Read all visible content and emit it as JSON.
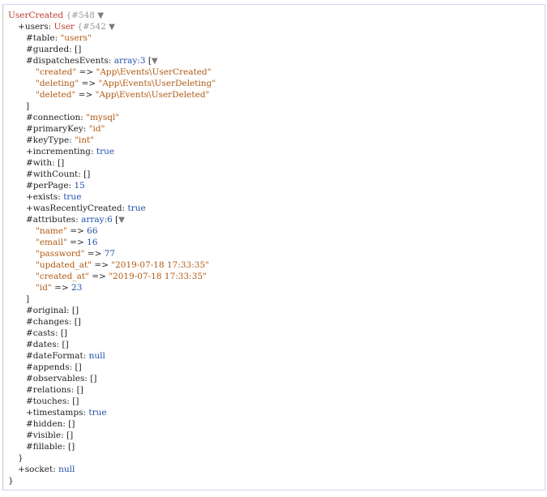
{
  "root": {
    "class": "UserCreated",
    "hash": "{#548",
    "toggle": "▼",
    "close": "}"
  },
  "users": {
    "prefix": "+",
    "key": "users",
    "class": "User",
    "hash": "{#542",
    "toggle": "▼",
    "close": "}",
    "table": {
      "label": "#table",
      "value": "\"users\""
    },
    "guarded": {
      "label": "#guarded",
      "value": "[]"
    },
    "dispatchesEvents": {
      "label": "#dispatchesEvents",
      "type": "array:3",
      "open": "[",
      "toggle": "▼",
      "close": "]",
      "items": [
        {
          "key": "\"created\"",
          "value": "\"App\\Events\\UserCreated\""
        },
        {
          "key": "\"deleting\"",
          "value": "\"App\\Events\\UserDeleting\""
        },
        {
          "key": "\"deleted\"",
          "value": "\"App\\Events\\UserDeleted\""
        }
      ]
    },
    "connection": {
      "label": "#connection",
      "value": "\"mysql\""
    },
    "primaryKey": {
      "label": "#primaryKey",
      "value": "\"id\""
    },
    "keyType": {
      "label": "#keyType",
      "value": "\"int\""
    },
    "incrementing": {
      "label": "+incrementing",
      "value": "true"
    },
    "with": {
      "label": "#with",
      "value": "[]"
    },
    "withCount": {
      "label": "#withCount",
      "value": "[]"
    },
    "perPage": {
      "label": "#perPage",
      "value": "15"
    },
    "exists": {
      "label": "+exists",
      "value": "true"
    },
    "wasRecentlyCreated": {
      "label": "+wasRecentlyCreated",
      "value": "true"
    },
    "attributes": {
      "label": "#attributes",
      "type": "array:6",
      "open": "[",
      "toggle": "▼",
      "close": "]",
      "items": [
        {
          "key": "\"name\"",
          "value": "66"
        },
        {
          "key": "\"email\"",
          "value": "16"
        },
        {
          "key": "\"password\"",
          "value": "77"
        },
        {
          "key": "\"updated_at\"",
          "value": "\"2019-07-18 17:33:35\""
        },
        {
          "key": "\"created_at\"",
          "value": "\"2019-07-18 17:33:35\""
        },
        {
          "key": "\"id\"",
          "value": "23"
        }
      ]
    },
    "original": {
      "label": "#original",
      "value": "[]"
    },
    "changes": {
      "label": "#changes",
      "value": "[]"
    },
    "casts": {
      "label": "#casts",
      "value": "[]"
    },
    "dates": {
      "label": "#dates",
      "value": "[]"
    },
    "dateFormat": {
      "label": "#dateFormat",
      "value": "null"
    },
    "appends": {
      "label": "#appends",
      "value": "[]"
    },
    "observables": {
      "label": "#observables",
      "value": "[]"
    },
    "relations": {
      "label": "#relations",
      "value": "[]"
    },
    "touches": {
      "label": "#touches",
      "value": "[]"
    },
    "timestamps": {
      "label": "+timestamps",
      "value": "true"
    },
    "hidden": {
      "label": "#hidden",
      "value": "[]"
    },
    "visible": {
      "label": "#visible",
      "value": "[]"
    },
    "fillable": {
      "label": "#fillable",
      "value": "[]"
    }
  },
  "socket": {
    "label": "+socket",
    "value": "null"
  },
  "sep": {
    "colon": ": ",
    "arrow": " => "
  }
}
